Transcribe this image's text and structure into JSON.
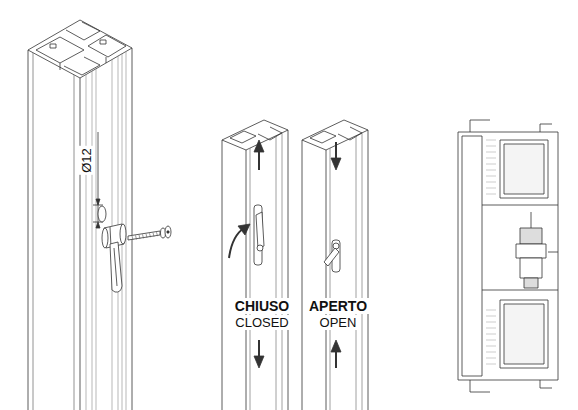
{
  "diagram": {
    "labels": [
      "Ø12",
      "CHIUSO",
      "CLOSED",
      "APERTO",
      "OPEN"
    ]
  }
}
